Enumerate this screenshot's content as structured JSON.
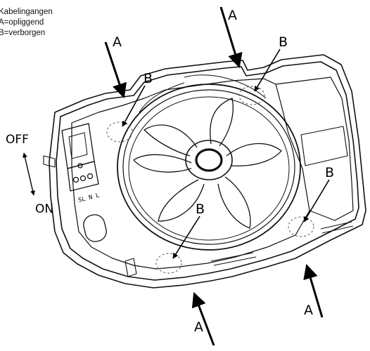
{
  "legend": {
    "title": "Kabelingangen",
    "line_a": "A=opliggend",
    "line_b": "B=verborgen"
  },
  "switch": {
    "off_label": "OFF",
    "on_label": "ON"
  },
  "terminal_label": "SL N L",
  "callouts": {
    "a_top_left": "A",
    "a_top": "A",
    "a_bottom_right": "A",
    "a_bottom": "A",
    "b_top_left": "B",
    "b_top_right": "B",
    "b_right": "B",
    "b_bottom": "B"
  }
}
